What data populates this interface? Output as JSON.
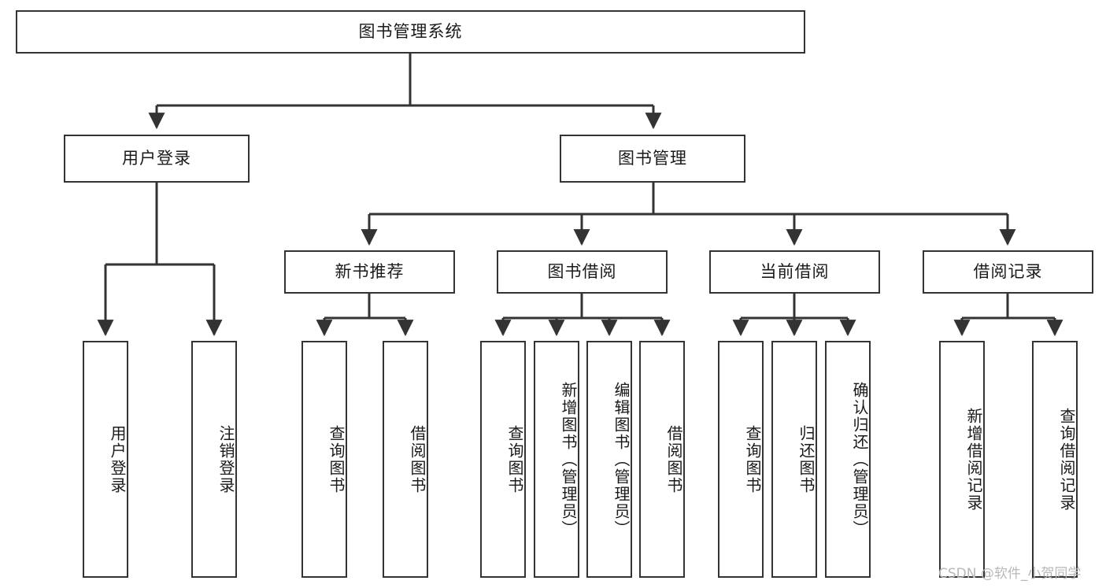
{
  "diagram": {
    "type": "tree-hierarchy-chart",
    "title": "图书管理系统",
    "watermark": "CSDN @软件_小贺同学",
    "colors": {
      "box_border": "#333333",
      "box_fill": "#ffffff",
      "connector": "#333333",
      "text": "#1a1a1a",
      "watermark": "#b8b8b8",
      "background": "#ffffff"
    },
    "levels": {
      "root": {
        "label": "图书管理系统"
      },
      "level2": [
        {
          "label": "用户登录"
        },
        {
          "label": "图书管理"
        }
      ],
      "level3": [
        {
          "label": "新书推荐"
        },
        {
          "label": "图书借阅"
        },
        {
          "label": "当前借阅"
        },
        {
          "label": "借阅记录"
        }
      ],
      "leaves": {
        "user_login": [
          {
            "label": "用户登录"
          },
          {
            "label": "注销登录"
          }
        ],
        "new_book_recommend": [
          {
            "label": "查询图书"
          },
          {
            "label": "借阅图书"
          }
        ],
        "book_borrow": [
          {
            "label": "查询图书"
          },
          {
            "label": "新增图书（管理员）"
          },
          {
            "label": "编辑图书（管理员）"
          },
          {
            "label": "借阅图书"
          }
        ],
        "current_borrow": [
          {
            "label": "查询图书"
          },
          {
            "label": "归还图书"
          },
          {
            "label": "确认归还（管理员）"
          }
        ],
        "borrow_record": [
          {
            "label": "新增借阅记录"
          },
          {
            "label": "查询借阅记录"
          }
        ]
      }
    }
  }
}
